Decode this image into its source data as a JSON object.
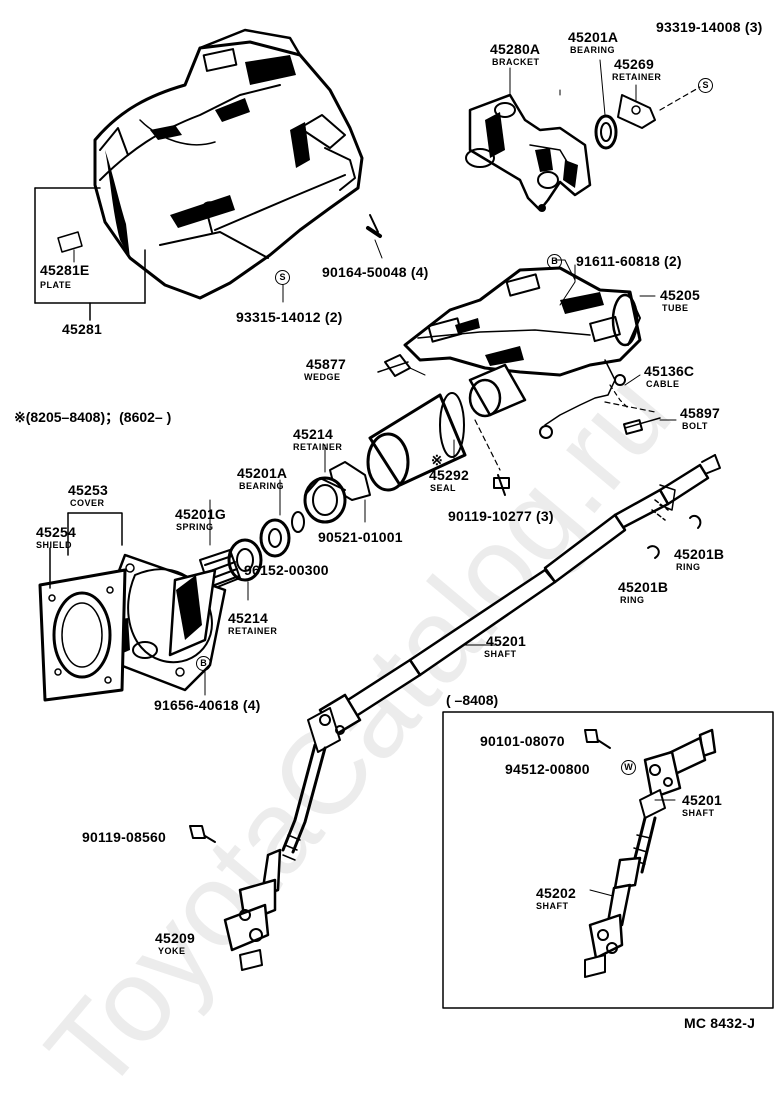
{
  "watermark": "ToyotaCatalog.ru",
  "variant_note": "※(8205–8408)；(8602–          )",
  "inset_title": "(          –8408)",
  "diagram_code": "MC 8432-J",
  "symbols": {
    "s": "S",
    "b": "B",
    "w": "W",
    "asterisk": "※"
  },
  "parts": {
    "p45281E": {
      "number": "45281E",
      "name": "PLATE"
    },
    "p45281": {
      "number": "45281"
    },
    "p45280A": {
      "number": "45280A",
      "name": "BRACKET"
    },
    "p45201A_top": {
      "number": "45201A",
      "name": "BEARING"
    },
    "p45269": {
      "number": "45269",
      "name": "RETAINER"
    },
    "p93319": {
      "number": "93319-14008",
      "qty": "(3)"
    },
    "p90164": {
      "number": "90164-50048",
      "qty": "(4)"
    },
    "p93315": {
      "number": "93315-14012",
      "qty": "(2)"
    },
    "p91611": {
      "number": "91611-60818",
      "qty": "(2)"
    },
    "p45205": {
      "number": "45205",
      "name": "TUBE"
    },
    "p45877": {
      "number": "45877",
      "name": "WEDGE"
    },
    "p45136C": {
      "number": "45136C",
      "name": "CABLE"
    },
    "p45897": {
      "number": "45897",
      "name": "BOLT"
    },
    "p45214_top": {
      "number": "45214",
      "name": "RETAINER"
    },
    "p45201A_mid": {
      "number": "45201A",
      "name": "BEARING"
    },
    "p45292": {
      "number": "45292",
      "name": "SEAL"
    },
    "p45253": {
      "number": "45253",
      "name": "COVER"
    },
    "p45254": {
      "number": "45254",
      "name": "SHIELD"
    },
    "p45201G": {
      "number": "45201G",
      "name": "SPRING"
    },
    "p90521": {
      "number": "90521-01001"
    },
    "p90119_10277": {
      "number": "90119-10277",
      "qty": "(3)"
    },
    "p96152": {
      "number": "96152-00300"
    },
    "p45214_bot": {
      "number": "45214",
      "name": "RETAINER"
    },
    "p45201B_a": {
      "number": "45201B",
      "name": "RING"
    },
    "p45201B_b": {
      "number": "45201B",
      "name": "RING"
    },
    "p91656": {
      "number": "91656-40618",
      "qty": "(4)"
    },
    "p45201_main": {
      "number": "45201",
      "name": "SHAFT"
    },
    "p90101": {
      "number": "90101-08070"
    },
    "p94512": {
      "number": "94512-00800"
    },
    "p45201_inset": {
      "number": "45201",
      "name": "SHAFT"
    },
    "p90119_08560": {
      "number": "90119-08560"
    },
    "p45202": {
      "number": "45202",
      "name": "SHAFT"
    },
    "p45209": {
      "number": "45209",
      "name": "YOKE"
    }
  }
}
